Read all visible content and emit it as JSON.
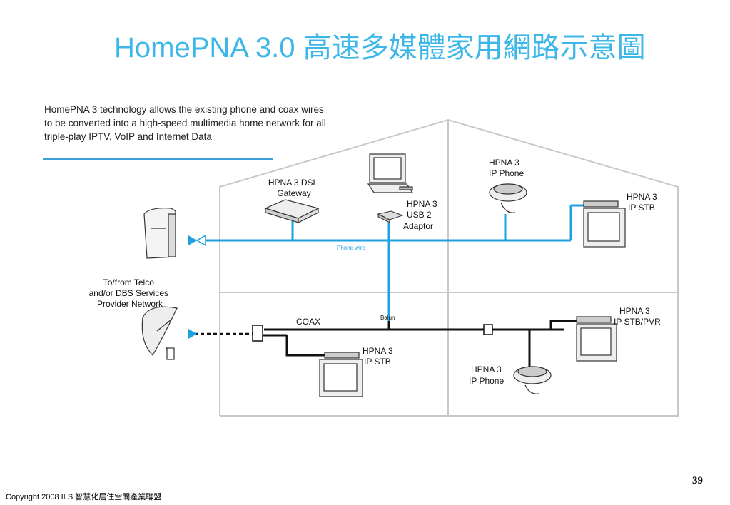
{
  "title": "HomePNA 3.0 高速多媒體家用網路示意圖",
  "intro": "HomePNA 3 technology allows the existing phone and coax wires\nto be converted into a high-speed multimedia home network for all\ntriple-play IPTV, VoIP and Internet Data",
  "labels": {
    "dsl_gateway": [
      "HPNA 3 DSL",
      "Gateway"
    ],
    "usb_adaptor": [
      "HPNA 3",
      "USB 2",
      "Adaptor"
    ],
    "ip_phone_top": [
      "HPNA 3",
      "IP Phone"
    ],
    "ip_stb_top": [
      "HPNA 3",
      "IP STB"
    ],
    "telco": [
      "To/from Telco",
      "and/or DBS Services",
      "Provider Network"
    ],
    "phone_wire": "Phone wire",
    "balun": "Balun",
    "coax": "COAX",
    "ip_stb_bottom": [
      "HPNA 3",
      "IP STB"
    ],
    "ip_phone_bottom": [
      "HPNA 3",
      "IP Phone"
    ],
    "ip_stb_pvr": [
      "HPNA 3",
      "IP STB/PVR"
    ]
  },
  "colors": {
    "title": "#3cb7e8",
    "phone_wire": "#1ea1e0",
    "coax": "#111111",
    "house": "#c8c8c8"
  },
  "page_number": "39",
  "copyright": "Copyright 2008 ILS 智慧化居住空間產業聯盟"
}
